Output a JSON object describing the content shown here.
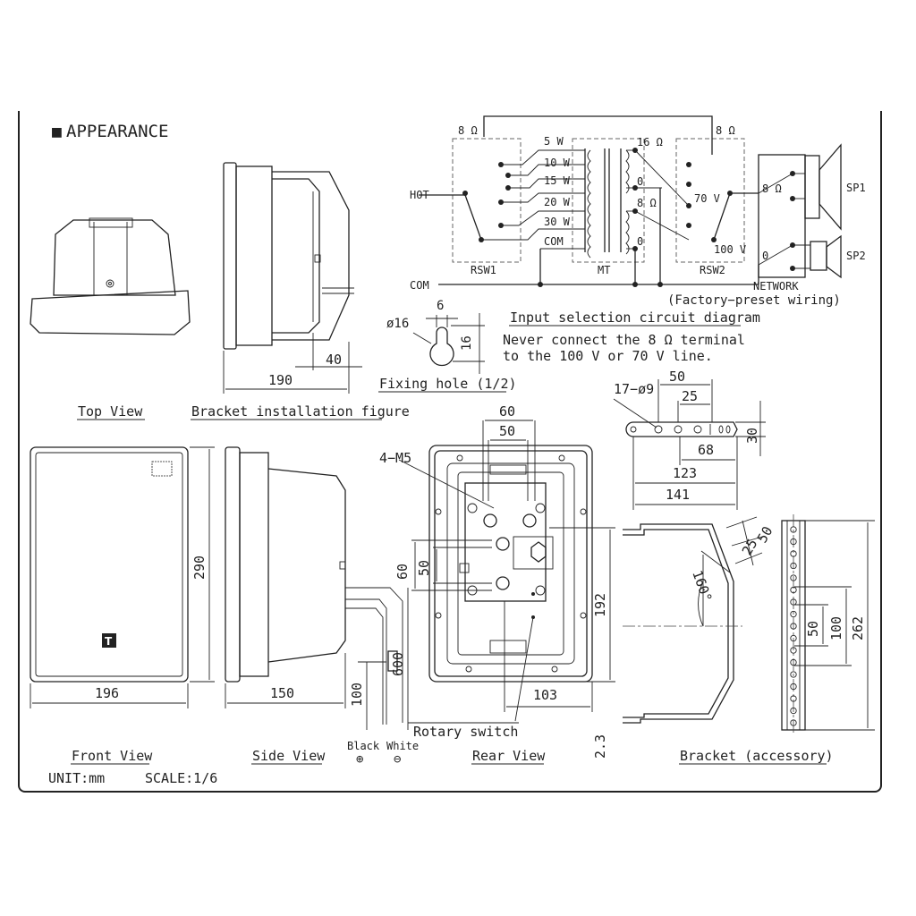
{
  "header": {
    "marker": "■",
    "title": "APPEARANCE"
  },
  "views": {
    "top": "Top View",
    "bracket_install": "Bracket installation figure",
    "front": "Front View",
    "side": "Side View",
    "rear": "Rear View",
    "bracket": "Bracket (accessory)"
  },
  "footer": {
    "unit": "UNIT:mm",
    "scale": "SCALE:1/6"
  },
  "circuit": {
    "title": "Input selection circuit diagram",
    "warning_line1": "Never connect the 8 Ω terminal",
    "warning_line2": "to the 100 V or 70 V line.",
    "hot": "HOT",
    "com": "COM",
    "com_tap": "COM",
    "rsw1": "RSW1",
    "mt": "MT",
    "rsw2": "RSW2",
    "network": "NETWORK",
    "factory": "(Factory−preset wiring)",
    "sp1": "SP1",
    "sp2": "SP2",
    "ohm8_left": "8 Ω",
    "ohm8_right": "8 Ω",
    "ohm8_mid": "8 Ω",
    "ohm8_net": "8 Ω",
    "ohm16": "16 Ω",
    "zero1": "0",
    "zero2": "0",
    "zero_net": "0",
    "v70": "70 V",
    "v100": "100 V",
    "watts": [
      "5 W",
      "10 W",
      "15 W",
      "20 W",
      "30 W"
    ]
  },
  "fixing_hole": {
    "dia": "ø16",
    "w": "6",
    "h": "16",
    "caption": "Fixing hole (1/2)"
  },
  "dims": {
    "install_40": "40",
    "install_190": "190",
    "front_290": "290",
    "front_196": "196",
    "side_150": "150",
    "cable_100": "100",
    "cable_600": "600",
    "rear_60t": "60",
    "rear_50t": "50",
    "rear_4m5": "4−M5",
    "rear_60l": "60",
    "rear_50l": "50",
    "rear_192": "192",
    "rear_103": "103",
    "rear_23": "2.3",
    "bar_holes": "17−ø9",
    "bar_50": "50",
    "bar_25": "25",
    "bar_30": "30",
    "bar_68": "68",
    "bar_123": "123",
    "bar_141": "141",
    "br_50": "50",
    "br_25": "25",
    "br_160": "160°",
    "br_50b": "50",
    "br_100": "100",
    "br_262": "262"
  },
  "wires": {
    "black": "Black",
    "white": "White",
    "plus": "⊕",
    "minus": "⊖",
    "rotary": "Rotary switch"
  }
}
